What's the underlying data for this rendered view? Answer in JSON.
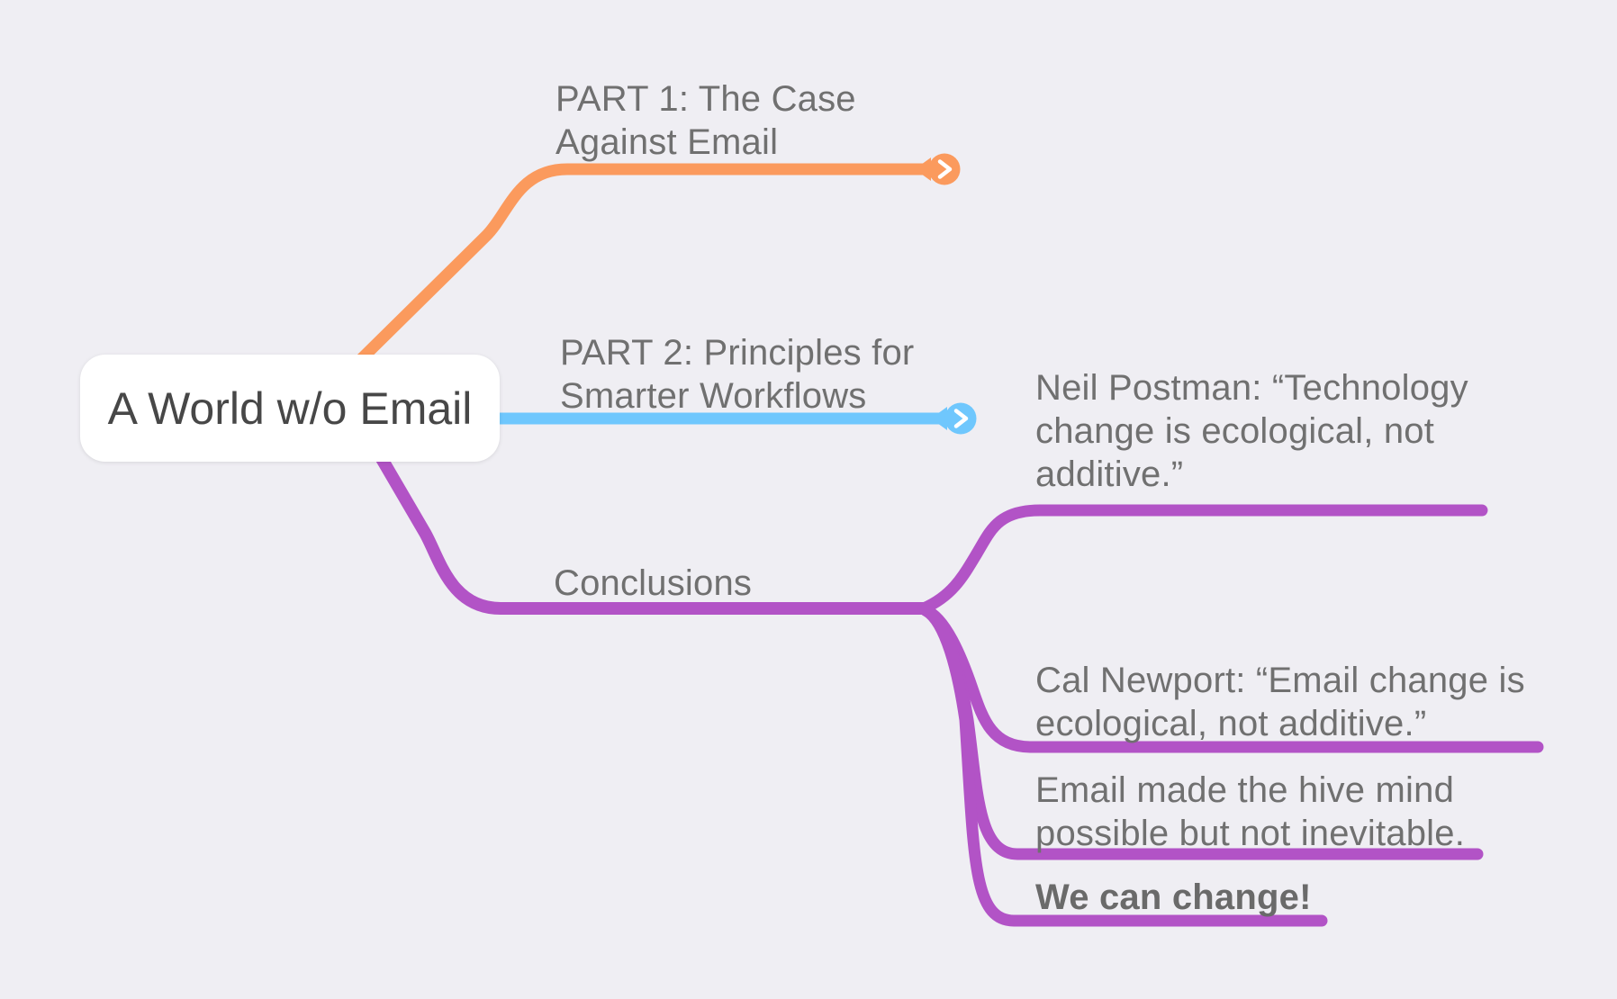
{
  "colors": {
    "background": "#EFEEF3",
    "part1_orange": "#FB9A5D",
    "part2_blue": "#6FC7FD",
    "conclusions_purple": "#B253C6",
    "label_gray": "#707070",
    "root_text": "#474747",
    "root_background": "#FFFFFF"
  },
  "root": {
    "label": "A World w/o Email"
  },
  "branches": [
    {
      "id": "part1",
      "label": "PART 1: The Case\nAgainst Email",
      "color": "#FB9A5D",
      "collapsed": true
    },
    {
      "id": "part2",
      "label": "PART 2: Principles for\nSmarter Workflows",
      "color": "#6FC7FD",
      "collapsed": true
    },
    {
      "id": "conclusions",
      "label": "Conclusions",
      "color": "#B253C6",
      "collapsed": false,
      "children": [
        {
          "label": "Neil Postman: “Technology\nchange is ecological, not\nadditive.”"
        },
        {
          "label": "Cal Newport: “Email change is\necological, not additive.”"
        },
        {
          "label": "Email made the hive mind\npossible but not inevitable."
        },
        {
          "label": "We can change!",
          "bold": true
        }
      ]
    }
  ],
  "icons": {
    "collapse_indicator": "chevron-right"
  }
}
